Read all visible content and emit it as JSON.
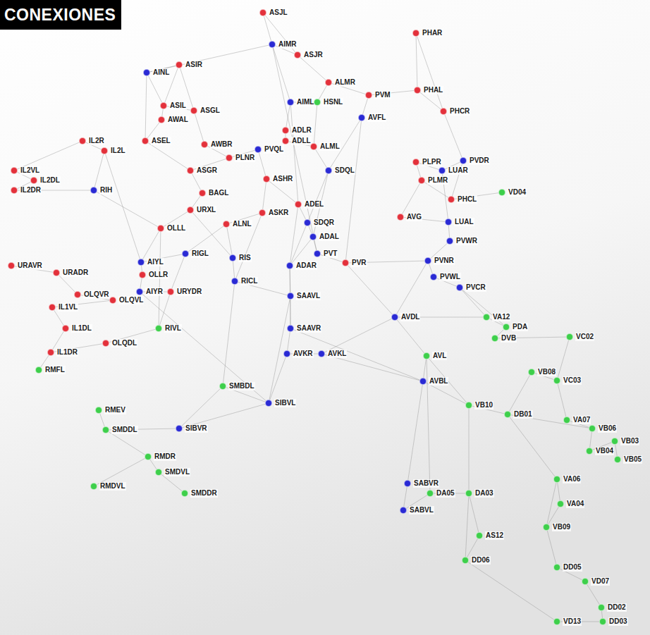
{
  "diagram": {
    "title": "CONEXIONES",
    "nodes": [
      {
        "text": [
          "ASJL"
        ]
      },
      {
        "text": [
          "PHAR"
        ]
      },
      {
        "text": [
          "AIMR"
        ]
      },
      {
        "text": [
          "ASJR"
        ]
      },
      {
        "text": [
          "ASIR"
        ]
      },
      {
        "text": [
          "AINL"
        ]
      },
      {
        "text": [
          "ALMR"
        ]
      },
      {
        "text": [
          "PHAL"
        ]
      },
      {
        "text": [
          "PVM"
        ]
      },
      {
        "text": [
          "AIML"
        ]
      },
      {
        "text": [
          "HSNL"
        ]
      },
      {
        "text": [
          "ASIL"
        ]
      },
      {
        "text": [
          "ASGL"
        ]
      },
      {
        "text": [
          "PHCR"
        ]
      },
      {
        "text": [
          "AVFL"
        ]
      },
      {
        "text": [
          "AWAL"
        ]
      },
      {
        "text": [
          "ADLR"
        ]
      },
      {
        "text": [
          "ASEL"
        ]
      },
      {
        "text": [
          "IL2R"
        ]
      },
      {
        "text": [
          "IL2L"
        ]
      },
      {
        "text": [
          "AWBR"
        ]
      },
      {
        "text": [
          "ADLL"
        ]
      },
      {
        "text": [
          "ALML"
        ]
      },
      {
        "text": [
          "PVQL"
        ]
      },
      {
        "text": [
          "PLNR"
        ]
      },
      {
        "text": [
          "PLPR"
        ]
      },
      {
        "text": [
          "PVDR"
        ]
      },
      {
        "text": [
          "LUAR"
        ]
      },
      {
        "text": [
          "SDQL"
        ]
      },
      {
        "text": [
          "ASGR"
        ]
      },
      {
        "text": [
          "IL2VL"
        ]
      },
      {
        "text": [
          "IL2DL"
        ]
      },
      {
        "text": [
          "IL2DR"
        ]
      },
      {
        "text": [
          "ASHR"
        ]
      },
      {
        "text": [
          "RIH"
        ]
      },
      {
        "text": [
          "PLMR"
        ]
      },
      {
        "text": [
          "BAGL"
        ]
      },
      {
        "text": [
          "PHCL"
        ]
      },
      {
        "text": [
          "VD04"
        ]
      },
      {
        "text": [
          "URXL"
        ]
      },
      {
        "text": [
          "ADEL"
        ]
      },
      {
        "text": [
          "ASKR"
        ]
      },
      {
        "text": [
          "AVG"
        ]
      },
      {
        "text": [
          "LUAL"
        ]
      },
      {
        "text": [
          "SDQR"
        ]
      },
      {
        "text": [
          "ALNL"
        ]
      },
      {
        "text": [
          "OLLL"
        ]
      },
      {
        "text": [
          "ADAL"
        ]
      },
      {
        "text": [
          "PVWR"
        ]
      },
      {
        "text": [
          "RIS"
        ]
      },
      {
        "text": [
          "RIGL"
        ]
      },
      {
        "text": [
          "PVT"
        ]
      },
      {
        "text": [
          "AIYL"
        ]
      },
      {
        "text": [
          "URAVR"
        ]
      },
      {
        "text": [
          "URADR"
        ]
      },
      {
        "text": [
          "ADAR"
        ]
      },
      {
        "text": [
          "PVR"
        ]
      },
      {
        "text": [
          "PVNR"
        ]
      },
      {
        "text": [
          "OLLR"
        ]
      },
      {
        "text": [
          "PVWL"
        ]
      },
      {
        "text": [
          "RICL"
        ]
      },
      {
        "text": [
          "PVCR"
        ]
      },
      {
        "text": [
          "AIYR"
        ]
      },
      {
        "text": [
          "URYDR"
        ]
      },
      {
        "text": [
          "OLQVR"
        ]
      },
      {
        "text": [
          "OLQVL"
        ]
      },
      {
        "text": [
          "SAAVL"
        ]
      },
      {
        "text": [
          "IL1VL"
        ]
      },
      {
        "text": [
          "AVDL"
        ]
      },
      {
        "text": [
          "VA12"
        ]
      },
      {
        "text": [
          "PDA"
        ]
      },
      {
        "text": [
          "RIVL"
        ]
      },
      {
        "text": [
          "SAAVR"
        ]
      },
      {
        "text": [
          "IL1DL"
        ]
      },
      {
        "text": [
          "DVB"
        ]
      },
      {
        "text": [
          "VC02"
        ]
      },
      {
        "text": [
          "OLQDL"
        ]
      },
      {
        "text": [
          "IL1DR"
        ]
      },
      {
        "text": [
          "AVKR"
        ]
      },
      {
        "text": [
          "AVKL"
        ]
      },
      {
        "text": [
          "AVL"
        ]
      },
      {
        "text": [
          "RMFL"
        ]
      },
      {
        "text": [
          "VB08"
        ]
      },
      {
        "text": [
          "VC03"
        ]
      },
      {
        "text": [
          "AVBL"
        ]
      },
      {
        "text": [
          "SMBDL"
        ]
      },
      {
        "text": [
          "SIBVL"
        ]
      },
      {
        "text": [
          "VB10"
        ]
      },
      {
        "text": [
          "RMEV"
        ]
      },
      {
        "text": [
          "DB01"
        ]
      },
      {
        "text": [
          "VA07"
        ]
      },
      {
        "text": [
          "SIBVR"
        ]
      },
      {
        "text": [
          "SMDDL"
        ]
      },
      {
        "text": [
          "VB06"
        ]
      },
      {
        "text": [
          "VB04"
        ]
      },
      {
        "text": [
          "VB03"
        ]
      },
      {
        "text": [
          "VB05"
        ]
      },
      {
        "text": [
          "RMDR"
        ]
      },
      {
        "text": [
          "VA06"
        ]
      },
      {
        "text": [
          "SABVR"
        ]
      },
      {
        "text": [
          "RMDVL"
        ]
      },
      {
        "text": [
          "SMDVL"
        ]
      },
      {
        "text": [
          "SMDDR"
        ]
      },
      {
        "text": [
          "DA05"
        ]
      },
      {
        "text": [
          "DA03"
        ]
      },
      {
        "text": [
          "VA04"
        ]
      },
      {
        "text": [
          "SABVL"
        ]
      },
      {
        "text": [
          "VB09"
        ]
      },
      {
        "text": [
          "AS12"
        ]
      },
      {
        "text": [
          "DD06"
        ]
      },
      {
        "text": [
          "DD05"
        ]
      },
      {
        "text": [
          "VD07"
        ]
      },
      {
        "text": [
          "DD02"
        ]
      },
      {
        "text": [
          "VD13"
        ]
      },
      {
        "text": [
          "DD03"
        ]
      }
    ],
    "edges": [
      {
        "from": 0,
        "to": 2,
        "arrow": "none"
      },
      {
        "from": 0,
        "to": 3,
        "arrow": "none"
      },
      {
        "from": 2,
        "to": 3,
        "arrow": "none"
      },
      {
        "from": 2,
        "to": 9,
        "arrow": "none"
      },
      {
        "from": 2,
        "to": 5,
        "arrow": "none"
      },
      {
        "from": 3,
        "to": 6,
        "arrow": "none"
      },
      {
        "from": 4,
        "to": 5,
        "arrow": "none"
      },
      {
        "from": 4,
        "to": 11,
        "arrow": "none"
      },
      {
        "from": 5,
        "to": 11,
        "arrow": "none"
      },
      {
        "from": 5,
        "to": 17,
        "arrow": "none"
      },
      {
        "from": 9,
        "to": 10,
        "arrow": "none"
      },
      {
        "from": 9,
        "to": 16,
        "arrow": "none"
      },
      {
        "from": 10,
        "to": 6,
        "arrow": "none"
      },
      {
        "from": 10,
        "to": 22,
        "arrow": "none"
      },
      {
        "from": 6,
        "to": 8,
        "arrow": "none"
      },
      {
        "from": 1,
        "to": 7,
        "arrow": "none"
      },
      {
        "from": 1,
        "to": 13,
        "arrow": "none"
      },
      {
        "from": 7,
        "to": 13,
        "arrow": "none"
      },
      {
        "from": 7,
        "to": 8,
        "arrow": "none"
      },
      {
        "from": 8,
        "to": 14,
        "arrow": "none"
      },
      {
        "from": 13,
        "to": 26,
        "arrow": "none"
      },
      {
        "from": 14,
        "to": 28,
        "arrow": "none"
      },
      {
        "from": 11,
        "to": 12,
        "arrow": "none"
      },
      {
        "from": 11,
        "to": 15,
        "arrow": "none"
      },
      {
        "from": 12,
        "to": 20,
        "arrow": "none"
      },
      {
        "from": 15,
        "to": 17,
        "arrow": "none"
      },
      {
        "from": 17,
        "to": 29,
        "arrow": "none"
      },
      {
        "from": 18,
        "to": 19,
        "arrow": "none"
      },
      {
        "from": 18,
        "to": 30,
        "arrow": "none"
      },
      {
        "from": 19,
        "to": 34,
        "arrow": "none"
      },
      {
        "from": 30,
        "to": 31,
        "arrow": "none"
      },
      {
        "from": 31,
        "to": 32,
        "arrow": "none"
      },
      {
        "from": 32,
        "to": 34,
        "arrow": "none"
      },
      {
        "from": 20,
        "to": 24,
        "arrow": "none"
      },
      {
        "from": 16,
        "to": 21,
        "arrow": "none"
      },
      {
        "from": 21,
        "to": 22,
        "arrow": "none"
      },
      {
        "from": 22,
        "to": 28,
        "arrow": "none"
      },
      {
        "from": 23,
        "to": 24,
        "arrow": "none"
      },
      {
        "from": 23,
        "to": 33,
        "arrow": "none"
      },
      {
        "from": 24,
        "to": 29,
        "arrow": "none"
      },
      {
        "from": 25,
        "to": 27,
        "arrow": "none"
      },
      {
        "from": 25,
        "to": 35,
        "arrow": "none"
      },
      {
        "from": 26,
        "to": 27,
        "arrow": "none"
      },
      {
        "from": 27,
        "to": 43,
        "arrow": "none"
      },
      {
        "from": 35,
        "to": 37,
        "arrow": "none"
      },
      {
        "from": 37,
        "to": 38,
        "arrow": "none"
      },
      {
        "from": 26,
        "to": 37,
        "arrow": "none"
      },
      {
        "from": 28,
        "to": 44,
        "arrow": "none"
      },
      {
        "from": 29,
        "to": 36,
        "arrow": "none"
      },
      {
        "from": 33,
        "to": 41,
        "arrow": "none"
      },
      {
        "from": 34,
        "to": 46,
        "arrow": "none"
      },
      {
        "from": 36,
        "to": 39,
        "arrow": "none"
      },
      {
        "from": 39,
        "to": 46,
        "arrow": "none"
      },
      {
        "from": 40,
        "to": 44,
        "arrow": "none"
      },
      {
        "from": 41,
        "to": 45,
        "arrow": "none"
      },
      {
        "from": 42,
        "to": 35,
        "arrow": "none"
      },
      {
        "from": 42,
        "to": 43,
        "arrow": "none"
      },
      {
        "from": 43,
        "to": 48,
        "arrow": "none"
      },
      {
        "from": 44,
        "to": 47,
        "arrow": "none"
      },
      {
        "from": 45,
        "to": 49,
        "arrow": "none"
      },
      {
        "from": 46,
        "to": 52,
        "arrow": "none"
      },
      {
        "from": 47,
        "to": 51,
        "arrow": "none"
      },
      {
        "from": 47,
        "to": 55,
        "arrow": "none"
      },
      {
        "from": 48,
        "to": 57,
        "arrow": "none"
      },
      {
        "from": 49,
        "to": 60,
        "arrow": "none"
      },
      {
        "from": 50,
        "to": 52,
        "arrow": "none"
      },
      {
        "from": 50,
        "to": 45,
        "arrow": "none"
      },
      {
        "from": 51,
        "to": 56,
        "arrow": "none"
      },
      {
        "from": 52,
        "to": 58,
        "arrow": "none"
      },
      {
        "from": 53,
        "to": 54,
        "arrow": "none"
      },
      {
        "from": 54,
        "to": 64,
        "arrow": "none"
      },
      {
        "from": 55,
        "to": 66,
        "arrow": "none"
      },
      {
        "from": 56,
        "to": 57,
        "arrow": "none"
      },
      {
        "from": 57,
        "to": 59,
        "arrow": "none"
      },
      {
        "from": 58,
        "to": 62,
        "arrow": "none"
      },
      {
        "from": 59,
        "to": 61,
        "arrow": "none"
      },
      {
        "from": 60,
        "to": 66,
        "arrow": "none"
      },
      {
        "from": 61,
        "to": 69,
        "arrow": "none"
      },
      {
        "from": 62,
        "to": 63,
        "arrow": "none"
      },
      {
        "from": 63,
        "to": 71,
        "arrow": "none"
      },
      {
        "from": 64,
        "to": 65,
        "arrow": "none"
      },
      {
        "from": 65,
        "to": 67,
        "arrow": "none"
      },
      {
        "from": 66,
        "to": 72,
        "arrow": "none"
      },
      {
        "from": 67,
        "to": 73,
        "arrow": "none"
      },
      {
        "from": 68,
        "to": 69,
        "arrow": "none"
      },
      {
        "from": 69,
        "to": 70,
        "arrow": "none"
      },
      {
        "from": 70,
        "to": 74,
        "arrow": "none"
      },
      {
        "from": 74,
        "to": 75,
        "arrow": "none"
      },
      {
        "from": 71,
        "to": 76,
        "arrow": "none"
      },
      {
        "from": 72,
        "to": 78,
        "arrow": "none"
      },
      {
        "from": 73,
        "to": 77,
        "arrow": "none"
      },
      {
        "from": 76,
        "to": 77,
        "arrow": "none"
      },
      {
        "from": 77,
        "to": 81,
        "arrow": "none"
      },
      {
        "from": 78,
        "to": 79,
        "arrow": "none"
      },
      {
        "from": 79,
        "to": 84,
        "arrow": "none"
      },
      {
        "from": 80,
        "to": 84,
        "arrow": "none"
      },
      {
        "from": 80,
        "to": 87,
        "arrow": "none"
      },
      {
        "from": 82,
        "to": 83,
        "arrow": "none"
      },
      {
        "from": 75,
        "to": 83,
        "arrow": "none"
      },
      {
        "from": 82,
        "to": 89,
        "arrow": "none"
      },
      {
        "from": 83,
        "to": 90,
        "arrow": "none"
      },
      {
        "from": 84,
        "to": 99,
        "arrow": "none"
      },
      {
        "from": 85,
        "to": 86,
        "arrow": "none"
      },
      {
        "from": 86,
        "to": 91,
        "arrow": "none"
      },
      {
        "from": 87,
        "to": 89,
        "arrow": "none"
      },
      {
        "from": 88,
        "to": 92,
        "arrow": "none"
      },
      {
        "from": 89,
        "to": 93,
        "arrow": "none"
      },
      {
        "from": 90,
        "to": 93,
        "arrow": "none"
      },
      {
        "from": 93,
        "to": 94,
        "arrow": "none"
      },
      {
        "from": 94,
        "to": 95,
        "arrow": "none"
      },
      {
        "from": 95,
        "to": 96,
        "arrow": "none"
      },
      {
        "from": 91,
        "to": 92,
        "arrow": "none"
      },
      {
        "from": 92,
        "to": 97,
        "arrow": "none"
      },
      {
        "from": 97,
        "to": 100,
        "arrow": "none"
      },
      {
        "from": 97,
        "to": 101,
        "arrow": "none"
      },
      {
        "from": 101,
        "to": 102,
        "arrow": "none"
      },
      {
        "from": 98,
        "to": 105,
        "arrow": "none"
      },
      {
        "from": 99,
        "to": 106,
        "arrow": "none"
      },
      {
        "from": 103,
        "to": 104,
        "arrow": "none"
      },
      {
        "from": 104,
        "to": 108,
        "arrow": "none"
      },
      {
        "from": 105,
        "to": 107,
        "arrow": "none"
      },
      {
        "from": 107,
        "to": 110,
        "arrow": "none"
      },
      {
        "from": 108,
        "to": 109,
        "arrow": "none"
      },
      {
        "from": 109,
        "to": 113,
        "arrow": "none"
      },
      {
        "from": 110,
        "to": 111,
        "arrow": "none"
      },
      {
        "from": 111,
        "to": 112,
        "arrow": "none"
      },
      {
        "from": 112,
        "to": 114,
        "arrow": "none"
      },
      {
        "from": 113,
        "to": 114,
        "arrow": "none"
      },
      {
        "from": 106,
        "to": 103,
        "arrow": "none"
      },
      {
        "from": 2,
        "to": 51,
        "arrow": "none"
      },
      {
        "from": 9,
        "to": 40,
        "arrow": "none"
      },
      {
        "from": 14,
        "to": 56,
        "arrow": "none"
      },
      {
        "from": 28,
        "to": 47,
        "arrow": "none"
      },
      {
        "from": 40,
        "to": 55,
        "arrow": "none"
      },
      {
        "from": 55,
        "to": 72,
        "arrow": "none"
      },
      {
        "from": 72,
        "to": 84,
        "arrow": "none"
      },
      {
        "from": 84,
        "to": 87,
        "arrow": "none"
      },
      {
        "from": 79,
        "to": 68,
        "arrow": "none"
      },
      {
        "from": 68,
        "to": 80,
        "arrow": "none"
      },
      {
        "from": 66,
        "to": 86,
        "arrow": "none"
      },
      {
        "from": 60,
        "to": 85,
        "arrow": "none"
      },
      {
        "from": 85,
        "to": 91,
        "arrow": "none"
      },
      {
        "from": 41,
        "to": 60,
        "arrow": "none"
      },
      {
        "from": 19,
        "to": 52,
        "arrow": "none"
      },
      {
        "from": 46,
        "to": 71,
        "arrow": "none"
      },
      {
        "from": 62,
        "to": 86,
        "arrow": "none"
      },
      {
        "from": 78,
        "to": 86,
        "arrow": "none"
      },
      {
        "from": 56,
        "to": 68,
        "arrow": "none"
      },
      {
        "from": 61,
        "to": 70,
        "arrow": "none"
      },
      {
        "from": 80,
        "to": 103,
        "arrow": "none"
      },
      {
        "from": 87,
        "to": 104,
        "arrow": "none"
      },
      {
        "from": 89,
        "to": 98,
        "arrow": "none"
      },
      {
        "from": 98,
        "to": 107,
        "arrow": "none"
      },
      {
        "from": 104,
        "to": 109,
        "arrow": "none"
      },
      {
        "from": 57,
        "to": 68,
        "arrow": "none"
      },
      {
        "from": 44,
        "to": 55,
        "arrow": "none"
      },
      {
        "from": 33,
        "to": 40,
        "arrow": "none"
      },
      {
        "from": 39,
        "to": 49,
        "arrow": "none"
      },
      {
        "from": 12,
        "to": 4,
        "arrow": "none"
      },
      {
        "from": 50,
        "to": 63,
        "arrow": "none"
      }
    ]
  }
}
